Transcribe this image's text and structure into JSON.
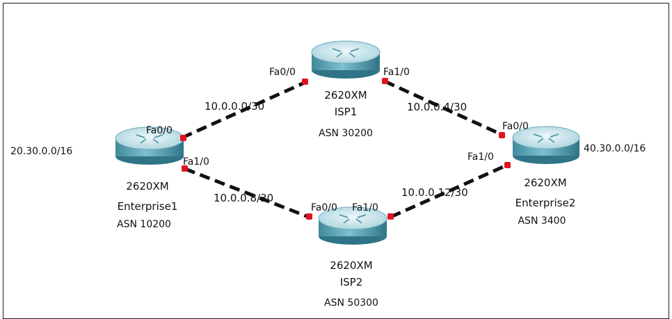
{
  "routers": [
    {
      "id": "isp1",
      "model": "2620XM",
      "name": "ISP1",
      "asn": "ASN 30200",
      "network": ""
    },
    {
      "id": "ent1",
      "model": "2620XM",
      "name": "Enterprise1",
      "asn": "ASN 10200",
      "network": "20.30.0.0/16"
    },
    {
      "id": "ent2",
      "model": "2620XM",
      "name": "Enterprise2",
      "asn": "ASN 3400",
      "network": "40.30.0.0/16"
    },
    {
      "id": "isp2",
      "model": "2620XM",
      "name": "ISP2",
      "asn": "ASN 50300",
      "network": ""
    }
  ],
  "links": [
    {
      "subnet": "10.0.0.0/30",
      "a_port": "Fa0/0",
      "b_port": "Fa0/0"
    },
    {
      "subnet": "10.0.0.4/30",
      "a_port": "Fa1/0",
      "b_port": "Fa0/0"
    },
    {
      "subnet": "10.0.0.8/30",
      "a_port": "Fa1/0",
      "b_port": "Fa0/0"
    },
    {
      "subnet": "10.0.0.12/30",
      "a_port": "Fa1/0",
      "b_port": "Fa1/0"
    }
  ],
  "colors": {
    "router_top": "#d8eef2",
    "router_body": "#4f97a8",
    "router_dark": "#3a7d8f",
    "port_dot": "#e0141e",
    "link": "#111111"
  }
}
